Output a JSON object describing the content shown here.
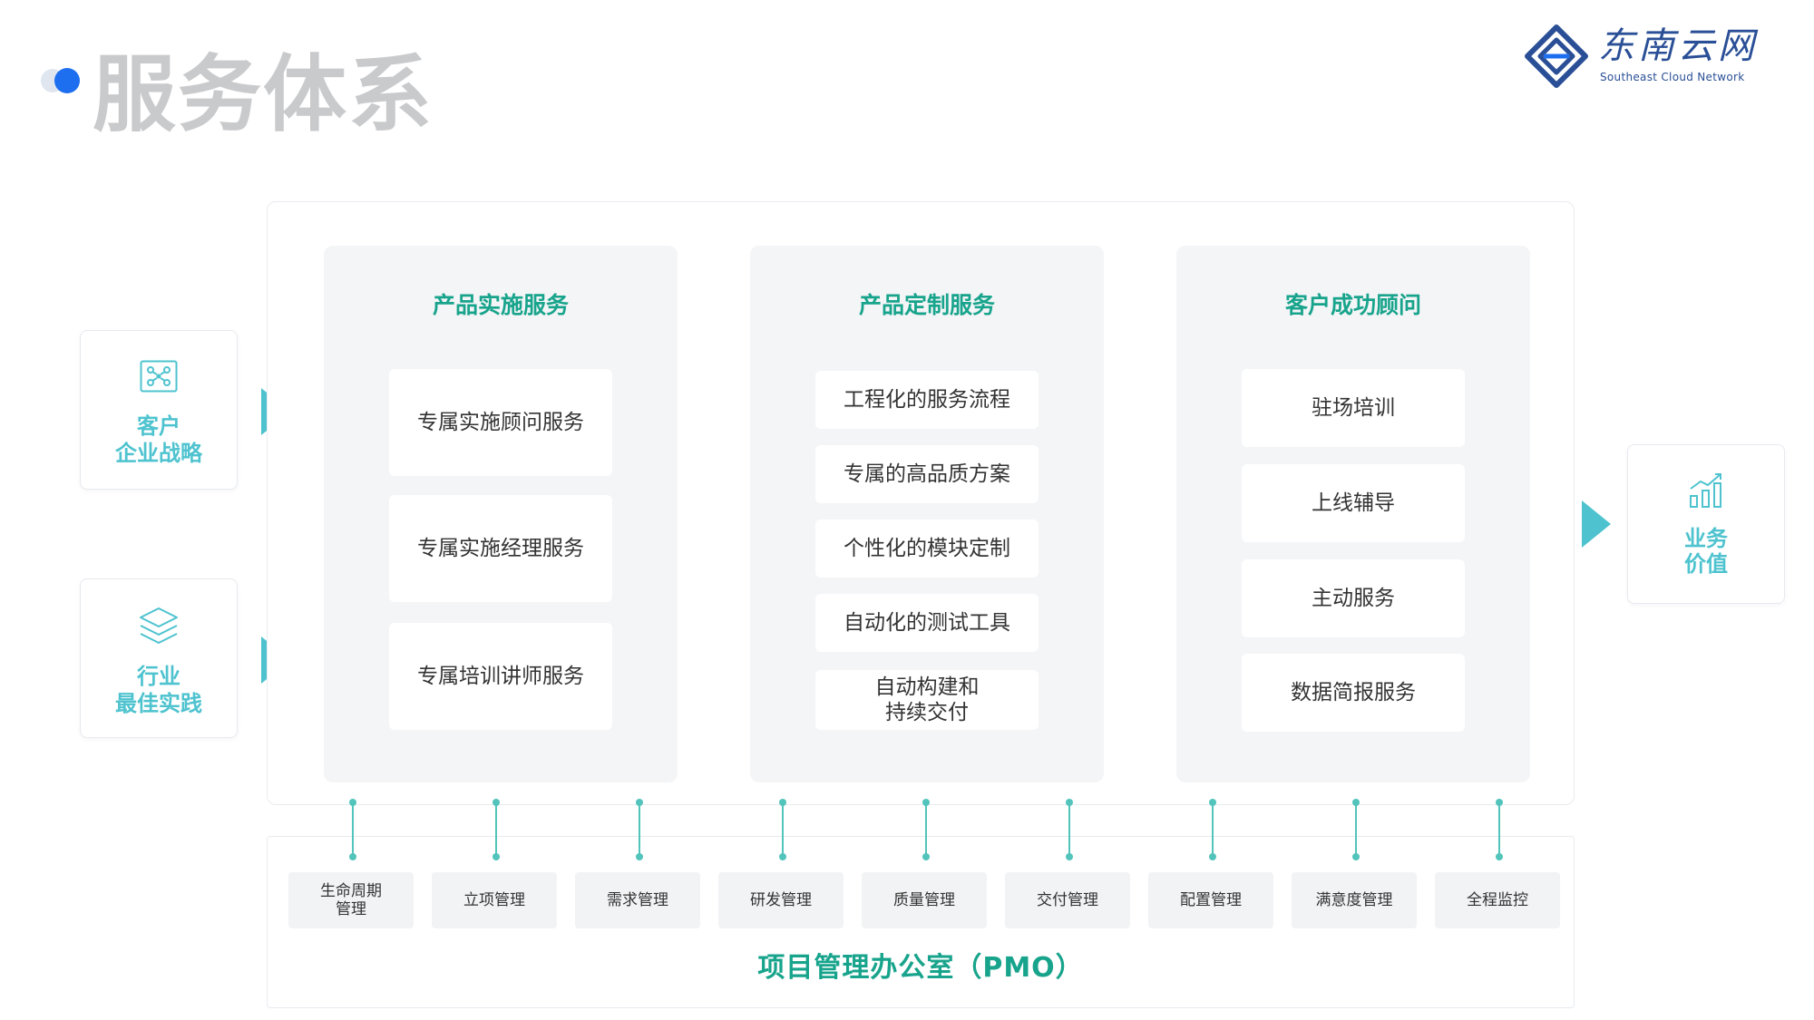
{
  "title": "服务体系",
  "logo": {
    "name_cn": "东南云网",
    "name_en": "Southeast Cloud Network",
    "color": "#2a4f96"
  },
  "colors": {
    "accent_teal": "#18a48c",
    "accent_cyan": "#4ec3cf",
    "title_dot": "#1e6ff0",
    "title_gray": "#c9cacc",
    "panel_bg": "#f4f5f7"
  },
  "inputs": [
    {
      "line1": "客户",
      "line2": "企业战略",
      "icon": "strategy-network-icon"
    },
    {
      "line1": "行业",
      "line2": "最佳实践",
      "icon": "layers-stack-icon"
    }
  ],
  "output": {
    "line1": "业务",
    "line2": "价值",
    "icon": "bar-chart-growth-icon"
  },
  "panels": [
    {
      "title": "产品实施服务",
      "items": [
        "专属实施顾问服务",
        "专属实施经理服务",
        "专属培训讲师服务"
      ]
    },
    {
      "title": "产品定制服务",
      "items": [
        "工程化的服务流程",
        "专属的高品质方案",
        "个性化的模块定制",
        "自动化的测试工具",
        "自动构建和\n持续交付"
      ]
    },
    {
      "title": "客户成功顾问",
      "items": [
        "驻场培训",
        "上线辅导",
        "主动服务",
        "数据简报服务"
      ]
    }
  ],
  "pmo": {
    "title": "项目管理办公室（PMO）",
    "items": [
      "生命周期\n管理",
      "立项管理",
      "需求管理",
      "研发管理",
      "质量管理",
      "交付管理",
      "配置管理",
      "满意度管理",
      "全程监控"
    ]
  }
}
